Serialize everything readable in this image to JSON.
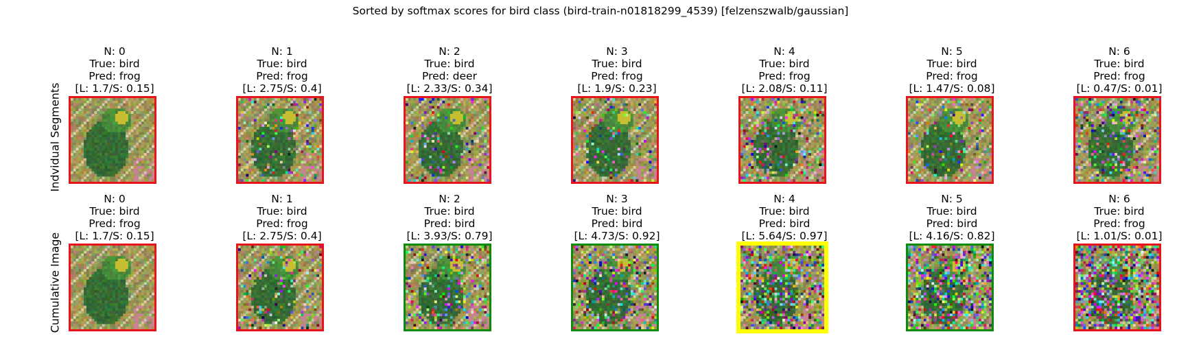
{
  "title": "Sorted by softmax scores for bird class (bird-train-n01818299_4539) [felzenszwalb/gaussian]",
  "rows": [
    {
      "label": "Indvidual Segments",
      "panels": [
        {
          "n": "N: 0",
          "true_label": "True: bird",
          "pred": "Pred: frog",
          "scores": "[L: 1.7/S: 0.15]",
          "border": "red",
          "noise": 0.0
        },
        {
          "n": "N: 1",
          "true_label": "True: bird",
          "pred": "Pred: frog",
          "scores": "[L: 2.75/S: 0.4]",
          "border": "red",
          "noise": 0.15
        },
        {
          "n": "N: 2",
          "true_label": "True: bird",
          "pred": "Pred: deer",
          "scores": "[L: 2.33/S: 0.34]",
          "border": "red",
          "noise": 0.15
        },
        {
          "n": "N: 3",
          "true_label": "True: bird",
          "pred": "Pred: frog",
          "scores": "[L: 1.9/S: 0.23]",
          "border": "red",
          "noise": 0.12
        },
        {
          "n": "N: 4",
          "true_label": "True: bird",
          "pred": "Pred: frog",
          "scores": "[L: 2.08/S: 0.11]",
          "border": "red",
          "noise": 0.25
        },
        {
          "n": "N: 5",
          "true_label": "True: bird",
          "pred": "Pred: frog",
          "scores": "[L: 1.47/S: 0.08]",
          "border": "red",
          "noise": 0.15
        },
        {
          "n": "N: 6",
          "true_label": "True: bird",
          "pred": "Pred: frog",
          "scores": "[L: 0.47/S: 0.01]",
          "border": "red",
          "noise": 0.3
        }
      ]
    },
    {
      "label": "Cumulative Image",
      "panels": [
        {
          "n": "N: 0",
          "true_label": "True: bird",
          "pred": "Pred: frog",
          "scores": "[L: 1.7/S: 0.15]",
          "border": "red",
          "noise": 0.0
        },
        {
          "n": "N: 1",
          "true_label": "True: bird",
          "pred": "Pred: frog",
          "scores": "[L: 2.75/S: 0.4]",
          "border": "red",
          "noise": 0.15
        },
        {
          "n": "N: 2",
          "true_label": "True: bird",
          "pred": "Pred: bird",
          "scores": "[L: 3.93/S: 0.79]",
          "border": "green",
          "noise": 0.25
        },
        {
          "n": "N: 3",
          "true_label": "True: bird",
          "pred": "Pred: bird",
          "scores": "[L: 4.73/S: 0.92]",
          "border": "green",
          "noise": 0.32
        },
        {
          "n": "N: 4",
          "true_label": "True: bird",
          "pred": "Pred: bird",
          "scores": "[L: 5.64/S: 0.97]",
          "border": "yellow",
          "noise": 0.42
        },
        {
          "n": "N: 5",
          "true_label": "True: bird",
          "pred": "Pred: bird",
          "scores": "[L: 4.16/S: 0.82]",
          "border": "green",
          "noise": 0.48
        },
        {
          "n": "N: 6",
          "true_label": "True: bird",
          "pred": "Pred: frog",
          "scores": "[L: 1.01/S: 0.01]",
          "border": "red",
          "noise": 0.58
        }
      ]
    }
  ],
  "colors": {
    "red": "#e8141c",
    "green": "#0b8a0b",
    "yellow": "#ffff00"
  }
}
